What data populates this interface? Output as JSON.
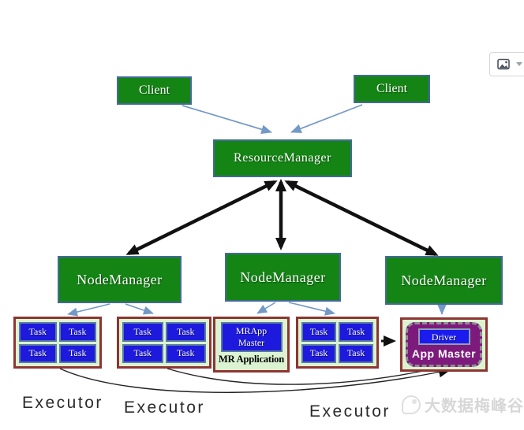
{
  "toolbar": {
    "icons": {
      "image": "image-icon",
      "caret": "caret-down-icon"
    }
  },
  "diagram": {
    "client_label": "Client",
    "resource_manager_label": "ResourceManager",
    "node_manager_label": "NodeManager",
    "task_label": "Task",
    "mrapp_master_line1": "MRApp",
    "mrapp_master_line2": "Master",
    "mr_application_label": "MR Application",
    "driver_label": "Driver",
    "app_master_label": "App Master",
    "executor_label": "Executor",
    "colors": {
      "box_green": "#148414",
      "box_border_blue": "#44699f",
      "task_blue": "#1d1ade",
      "container_bg": "#dbf3d1",
      "container_border": "#8e3532",
      "app_master_purple": "#7d1b7d",
      "driver_blue": "#1b1bee",
      "arrow_blue": "#7399c6",
      "arrow_black": "#111111"
    }
  },
  "watermark": {
    "text": "大数据梅峰谷",
    "logo": "bird-logo"
  }
}
